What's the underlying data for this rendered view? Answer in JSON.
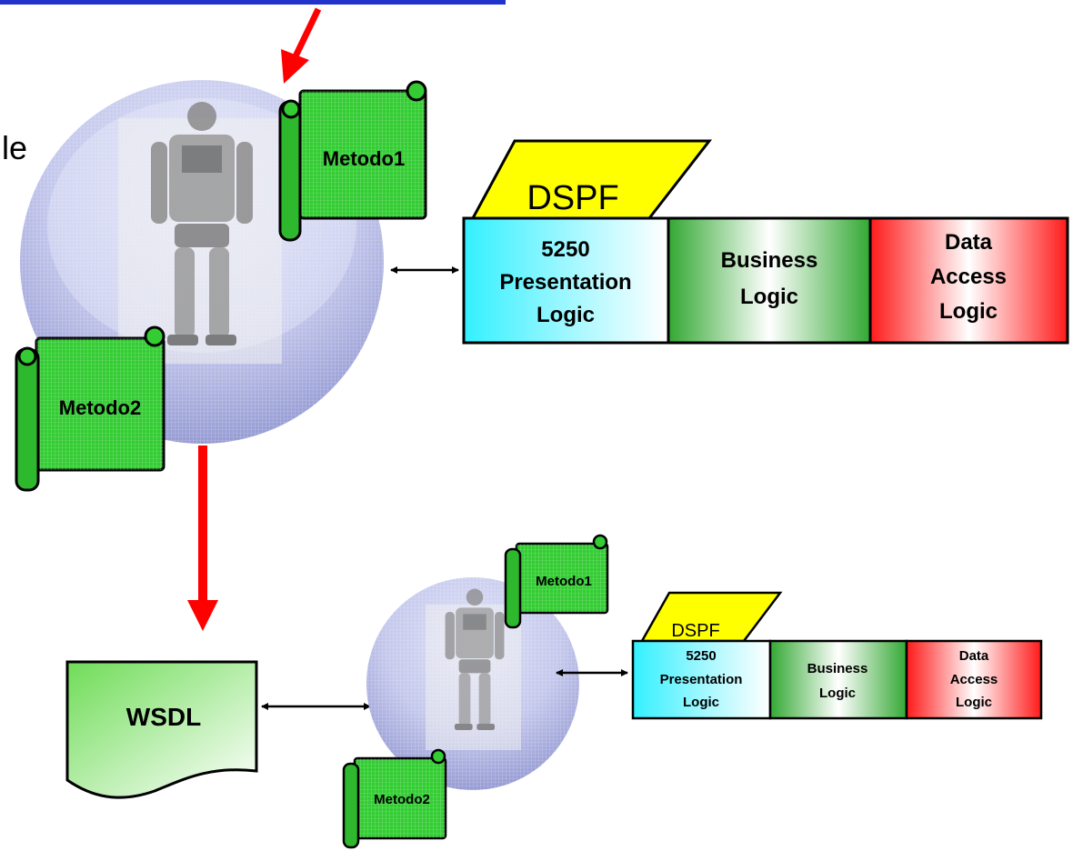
{
  "top": {
    "fragment_text": "le"
  },
  "upper": {
    "scroll1_label": "Metodo1",
    "scroll2_label": "Metodo2",
    "dspf_label": "DSPF",
    "box1_lines": [
      "5250",
      "Presentation",
      "Logic"
    ],
    "box2_lines": [
      "Business",
      "Logic"
    ],
    "box3_lines": [
      "Data",
      "Access",
      "Logic"
    ]
  },
  "lower": {
    "wsdl_label": "WSDL",
    "scroll1_label": "Metodo1",
    "scroll2_label": "Metodo2",
    "dspf_label": "DSPF",
    "box1_lines": [
      "5250",
      "Presentation",
      "Logic"
    ],
    "box2_lines": [
      "Business",
      "Logic"
    ],
    "box3_lines": [
      "Data",
      "Access",
      "Logic"
    ]
  },
  "colors": {
    "scroll_green": "#33cc33",
    "dspf_yellow": "#ffff00",
    "arrow_red": "#ff0000",
    "sphere_blue": "#9fa6dc"
  },
  "icons": [
    "robot-figure-icon"
  ]
}
